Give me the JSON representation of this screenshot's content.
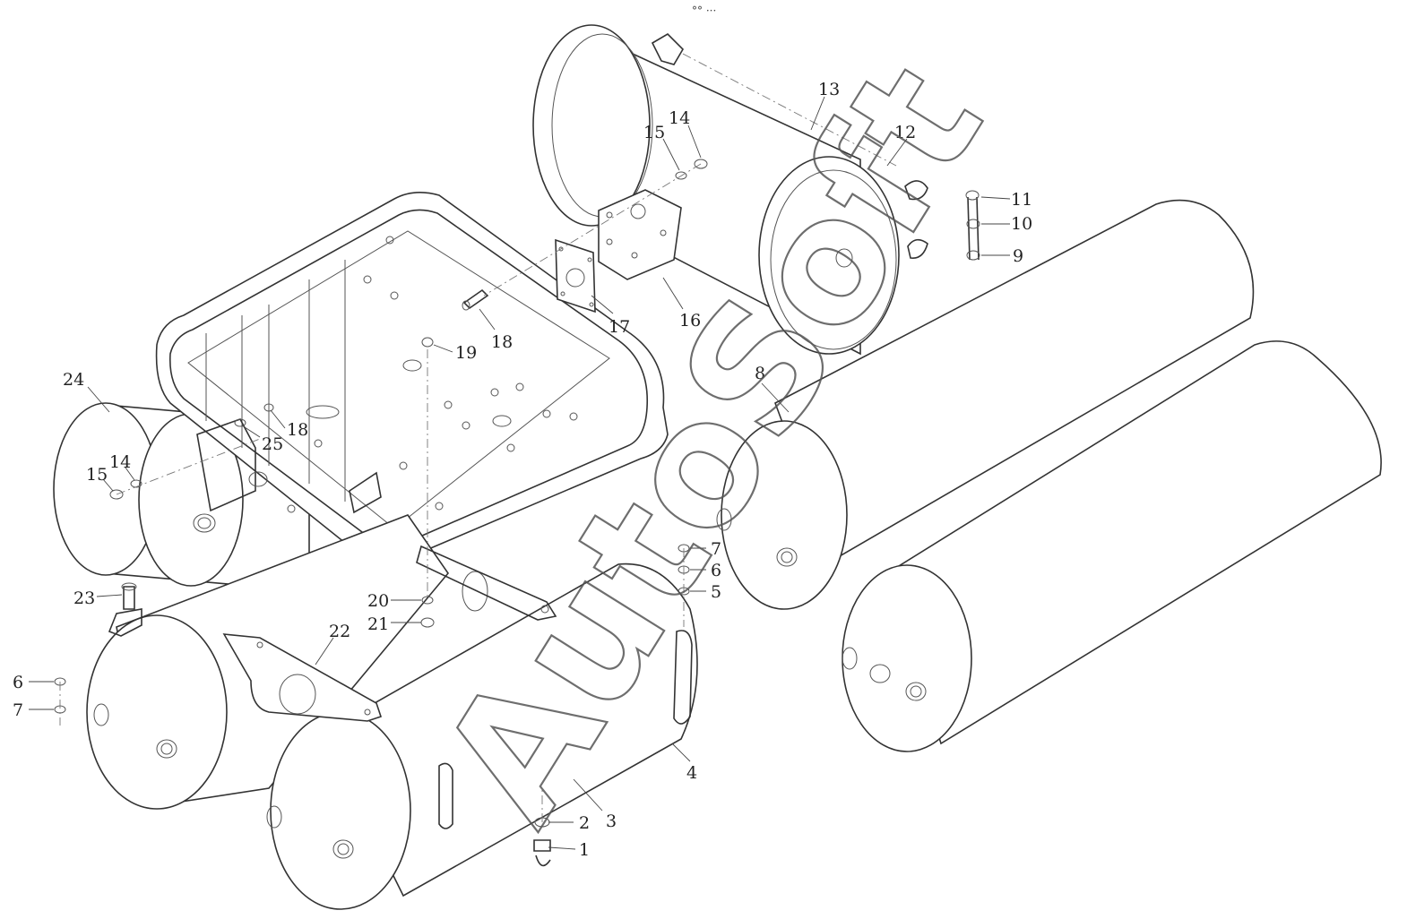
{
  "diagram": {
    "header_mark": "°° ···",
    "watermark": "AutoSoft",
    "callouts": [
      "1",
      "2",
      "3",
      "4",
      "5",
      "6",
      "7",
      "8",
      "9",
      "10",
      "11",
      "12",
      "13",
      "14",
      "15",
      "16",
      "17",
      "18",
      "19",
      "20",
      "21",
      "22",
      "23",
      "24",
      "25"
    ],
    "callout_labels": {
      "c1": "1",
      "c2": "2",
      "c3": "3",
      "c4": "4",
      "c5": "5",
      "c6a": "6",
      "c6b": "6",
      "c7a": "7",
      "c7b": "7",
      "c8": "8",
      "c9": "9",
      "c10": "10",
      "c11": "11",
      "c12": "12",
      "c13": "13",
      "c14a": "14",
      "c14b": "14",
      "c15a": "15",
      "c15b": "15",
      "c16": "16",
      "c17": "17",
      "c18a": "18",
      "c18b": "18",
      "c19": "19",
      "c20": "20",
      "c21": "21",
      "c22": "22",
      "c23": "23",
      "c24": "24",
      "c25": "25"
    }
  }
}
